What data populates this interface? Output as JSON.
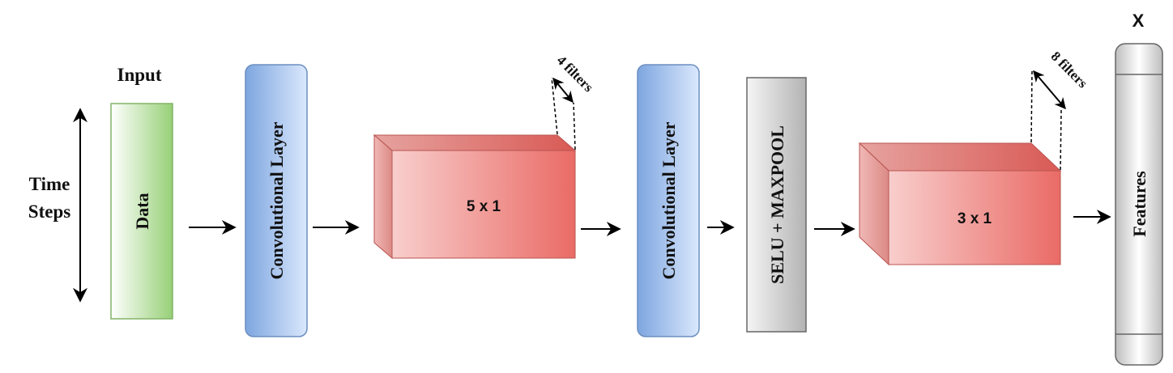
{
  "diagram": {
    "input_label": "Input",
    "time_steps_line1": "Time",
    "time_steps_line2": "Steps",
    "data_label": "Data",
    "conv1_label": "Convolutional Layer",
    "block1_label": "5 x 1",
    "filters1_label": "4 filters",
    "conv2_label": "Convolutional Layer",
    "selu_label": "SELU + MAXPOOL",
    "block2_label": "3 x 1",
    "filters2_label": "8 filters",
    "features_label": "Features",
    "close_label": "X"
  },
  "colors": {
    "data_green": "#97d077",
    "conv_blue": "#7ea6e0",
    "block_red": "#ea6b66",
    "selu_grey": "#b3b3b3"
  }
}
